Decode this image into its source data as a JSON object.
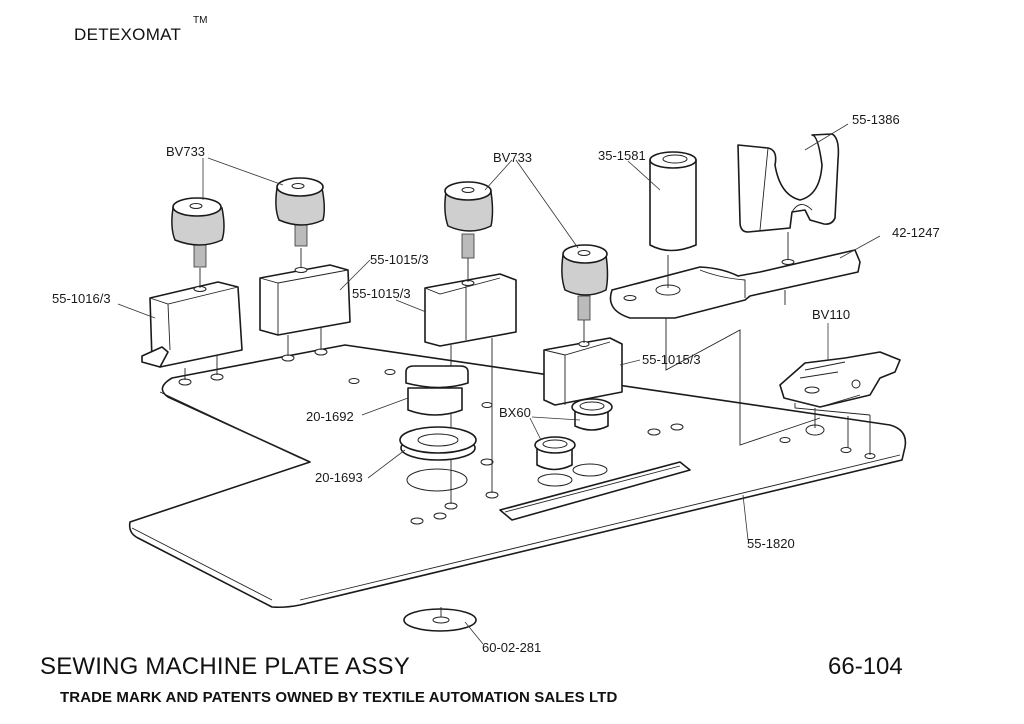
{
  "header": {
    "brand": "DETEXOMAT",
    "trademark": "TM"
  },
  "drawing": {
    "title": "SEWING MACHINE PLATE ASSY",
    "number": "66-104",
    "footer": "TRADE MARK AND PATENTS OWNED BY TEXTILE AUTOMATION SALES LTD"
  },
  "parts": {
    "bv733_left": "BV733",
    "bv733_mid": "BV733",
    "p35_1581": "35-1581",
    "p55_1386": "55-1386",
    "p42_1247": "42-1247",
    "p55_1015_a": "55-1015/3",
    "p55_1015_b": "55-1015/3",
    "p55_1015_c": "55-1015/3",
    "p55_1016": "55-1016/3",
    "bv110": "BV110",
    "p20_1692": "20-1692",
    "p20_1693": "20-1693",
    "bx60": "BX60",
    "p55_1820": "55-1820",
    "p60_02_281": "60-02-281"
  }
}
